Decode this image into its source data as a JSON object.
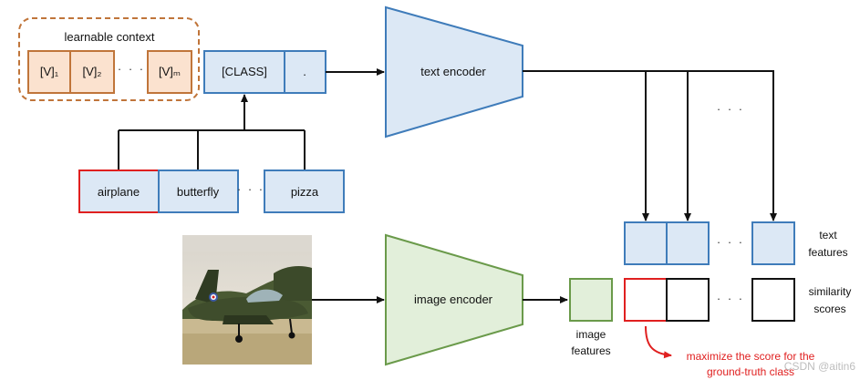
{
  "context": {
    "title": "learnable context",
    "tokens": [
      "[V]₁",
      "[V]₂",
      "[V]ₘ"
    ],
    "dots": "· · ·"
  },
  "class_token": {
    "label": "[CLASS]",
    "period": "."
  },
  "encoders": {
    "text": "text encoder",
    "image": "image encoder"
  },
  "classes": {
    "items": [
      "airplane",
      "butterfly",
      "pizza"
    ],
    "dots": "· · ·"
  },
  "image_features": {
    "line1": "image",
    "line2": "features"
  },
  "text_features": {
    "line1": "text",
    "line2": "features"
  },
  "similarity": {
    "line1": "similarity",
    "line2": "scores"
  },
  "annotation": {
    "line1": "maximize the score for the",
    "line2": "ground-truth class"
  },
  "dots_mid": "· · ·",
  "watermark": "CSDN @aitin6",
  "colors": {
    "context_fill": "#fbe2cf",
    "context_stroke": "#c0753a",
    "blue_fill": "#dce8f5",
    "blue_stroke": "#3f7cba",
    "green_fill": "#e2efda",
    "green_stroke": "#6a9a4a",
    "red": "#e02020"
  }
}
